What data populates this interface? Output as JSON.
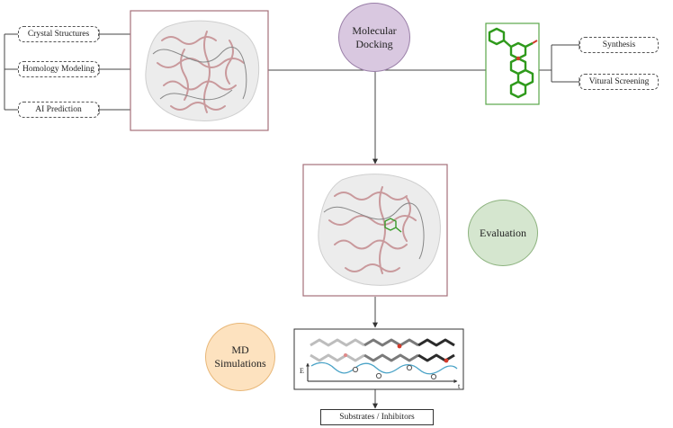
{
  "inputs": {
    "crystal": "Crystal Structures",
    "homology": "Homology Modeling",
    "ai": "AI Prediction"
  },
  "ligand_sources": {
    "synthesis": "Synthesis",
    "screening": "Vitural Screening"
  },
  "nodes": {
    "docking_line1": "Molecular",
    "docking_line2": "Docking",
    "evaluation": "Evaluation",
    "md_line1": "MD",
    "md_line2": "Simulations",
    "output": "Substrates / Inhibitors"
  },
  "plot": {
    "y_label": "E",
    "x_label": "t"
  },
  "colors": {
    "docking_circle": "#d9c8e0",
    "docking_border": "#9a7fa8",
    "evaluation_circle": "#d5e6cf",
    "evaluation_border": "#8db37f",
    "md_circle": "#fde2bf",
    "md_border": "#e8b778",
    "protein_frame": "#a5707a",
    "ligand_frame": "#5aa64a",
    "ligand_bond": "#2f9a1c",
    "energy_curve": "#4aa3c7"
  }
}
